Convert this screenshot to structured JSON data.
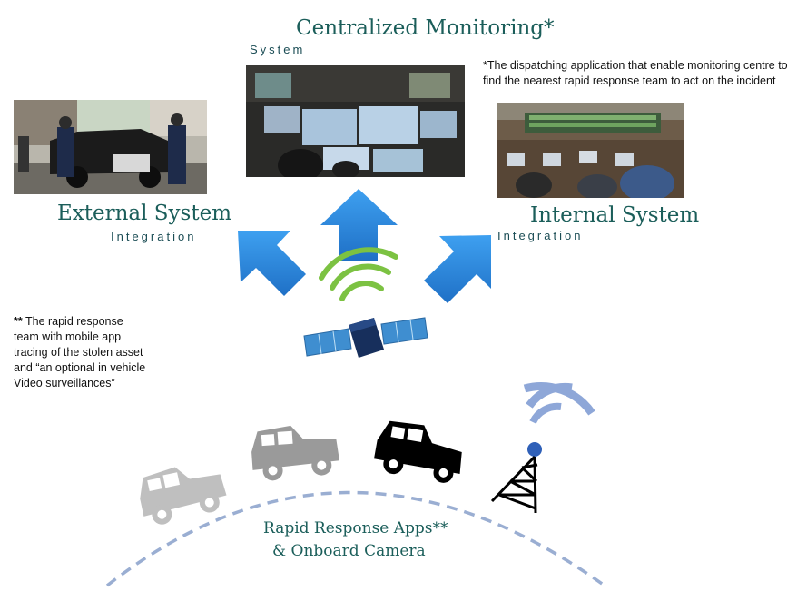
{
  "centralized": {
    "title": "Centralized Monitoring*",
    "subtitle": "System",
    "note": "*The dispatching application that enable monitoring centre to find the nearest rapid response team to act on the incident"
  },
  "external": {
    "title": "External System",
    "subtitle": "Integration"
  },
  "internal": {
    "title": "Internal System",
    "subtitle": "Integration"
  },
  "rapid_note": {
    "marker": "**",
    "text": " The rapid response team with mobile app tracing of the stolen asset and “an optional in vehicle Video surveillances”"
  },
  "bottom": {
    "line1": "Rapid Response Apps**",
    "line2": "& Onboard Camera"
  },
  "colors": {
    "title_teal": "#1b5e5a",
    "arrow_blue": "#2a8ad8",
    "signal_green": "#7cc242",
    "tower_blue": "#2f60b8"
  },
  "icons": [
    "photo-police-car",
    "photo-control-room",
    "photo-call-centre",
    "satellite-icon",
    "signal-waves-icon",
    "car-icon",
    "radio-tower-icon"
  ]
}
